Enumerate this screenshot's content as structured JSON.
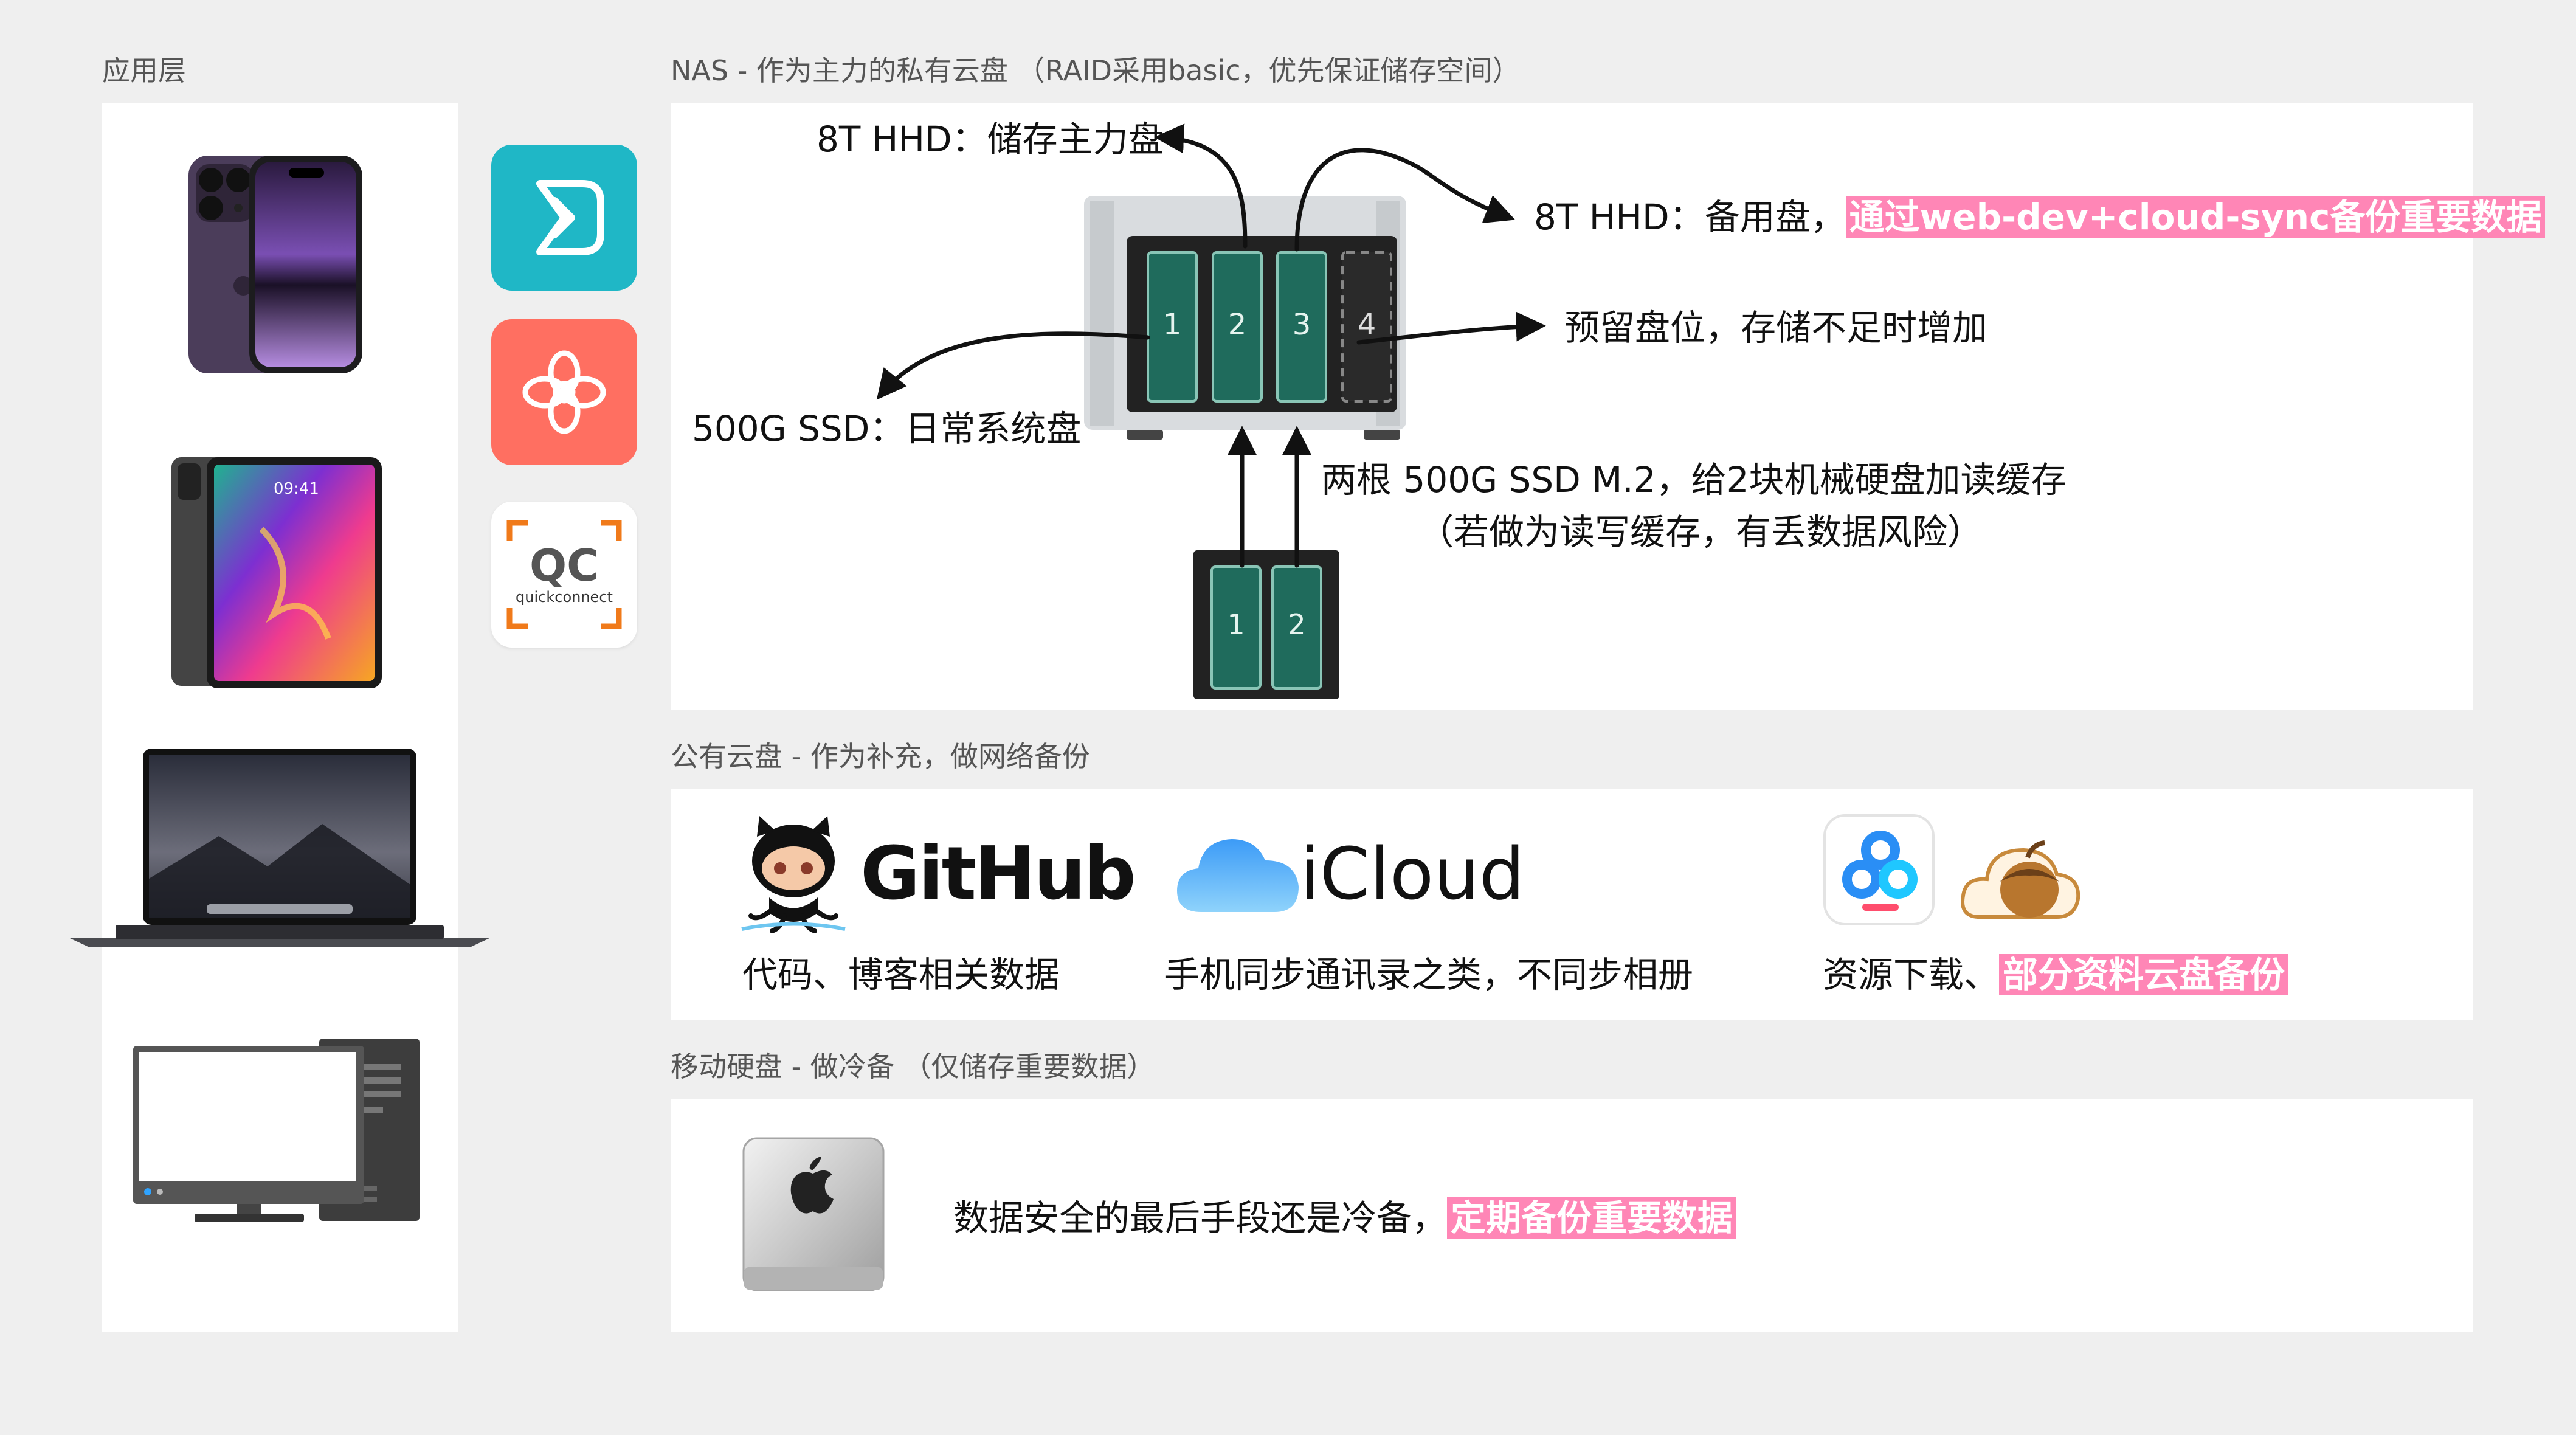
{
  "sections": {
    "app_layer": "应用层",
    "nas": "NAS - 作为主力的私有云盘 （RAID采用basic，优先保证储存空间）",
    "public_cloud": "公有云盘 - 作为补充，做网络备份",
    "mobile_disk": "移动硬盘 - 做冷备 （仅储存重要数据）"
  },
  "nas": {
    "disk_main": "8T HHD：储存主力盘",
    "disk_backup": "8T HHD：备用盘，",
    "disk_backup_highlight": "通过web-dev+cloud-sync备份重要数据",
    "reserved": "预留盘位，存储不足时增加",
    "ssd_system": "500G SSD：日常系统盘",
    "m2_line1": "两根 500G SSD M.2，给2块机械硬盘加读缓存",
    "m2_line2": "（若做为读写缓存，有丢数据风险）",
    "bays": [
      "1",
      "2",
      "3",
      "4"
    ],
    "m2_slots": [
      "1",
      "2"
    ]
  },
  "apps": {
    "qc_letters": "QC",
    "qc_sub": "quickconnect"
  },
  "devices": {
    "ipad_time": "09:41"
  },
  "public_cloud": {
    "github_name": "GitHub",
    "github_desc": "代码、博客相关数据",
    "icloud_name": "iCloud",
    "icloud_desc": "手机同步通讯录之类，不同步相册",
    "baidu_desc": "资源下载、",
    "baidu_highlight": "部分资料云盘备份"
  },
  "cold_backup": {
    "desc": "数据安全的最后手段还是冷备，",
    "highlight": "定期备份重要数据"
  },
  "colors": {
    "background": "#efefef",
    "panel": "#ffffff",
    "highlight": "#ff86b6",
    "teal_app": "#1fb7c6",
    "coral_app": "#ff6f61",
    "disk_green": "#1f6b5c",
    "nas_body": "#d9dcdf"
  },
  "icons": [
    "iphone-icon",
    "ipad-icon",
    "macbook-icon",
    "desktop-pc-icon",
    "synology-drive-icon",
    "synology-photos-icon",
    "quickconnect-icon",
    "github-octocat-icon",
    "icloud-icon",
    "baidu-netdisk-icon",
    "acorn-cloud-icon",
    "external-drive-icon"
  ]
}
